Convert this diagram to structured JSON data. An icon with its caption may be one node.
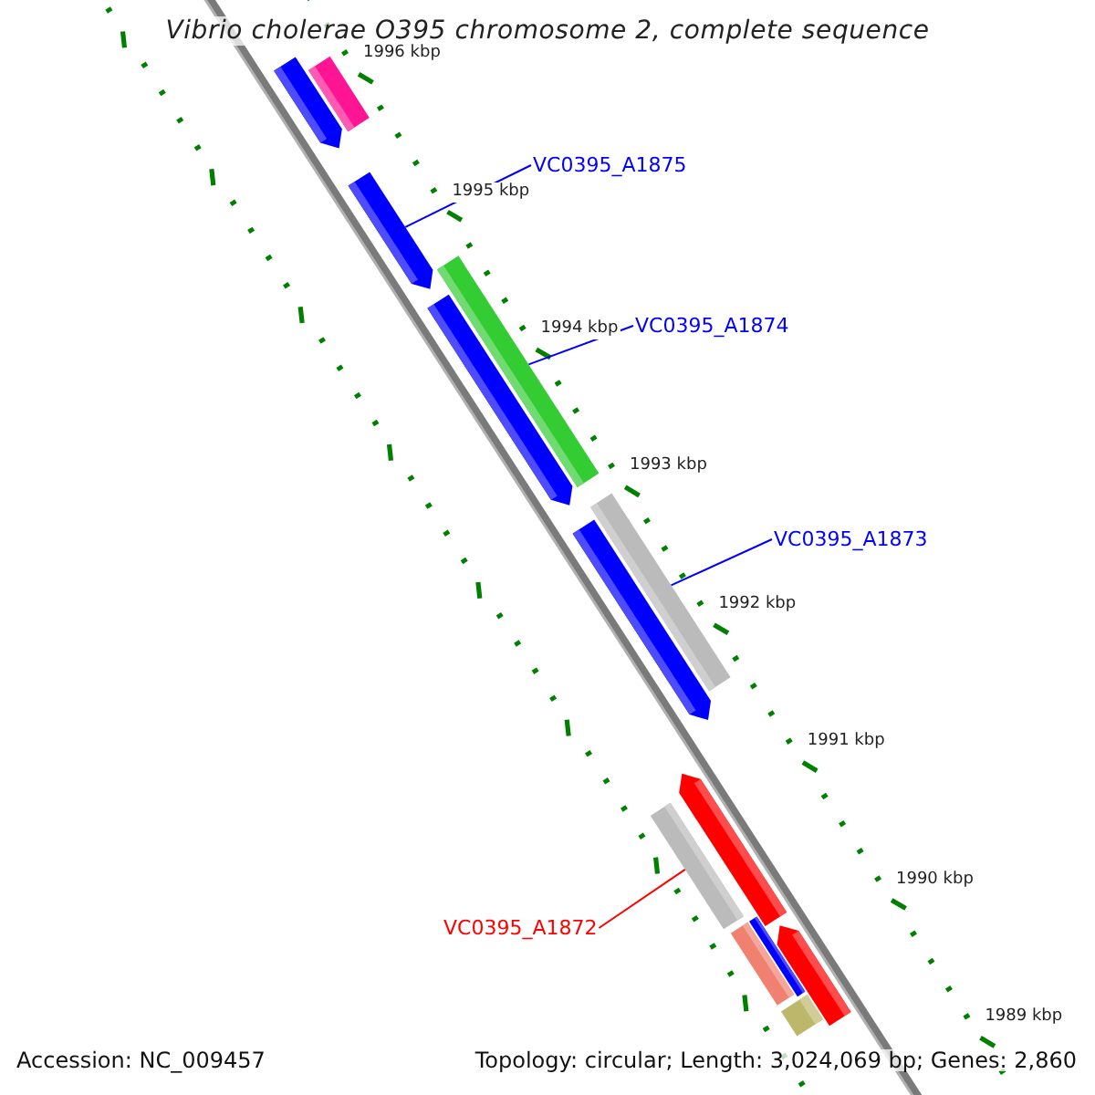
{
  "diagram": {
    "title": "Vibrio cholerae O395 chromosome 2, complete sequence",
    "nodes": [
      {
        "text": [
          "VC0395_A1875"
        ]
      },
      {
        "text": [],
        "shape": "bar"
      },
      {
        "text": [
          "VC0395_A1874"
        ]
      },
      {
        "text": [],
        "shape": "bar"
      },
      {
        "text": [
          "VC0395_A1873"
        ]
      },
      {
        "text": [],
        "shape": "bar"
      },
      {
        "text": [
          "VC0395_A1872"
        ]
      },
      {
        "text": [],
        "shape": "bar"
      },
      {
        "text": [],
        "shape": "bar"
      },
      {
        "text": [],
        "shape": "bar"
      },
      {
        "text": [],
        "shape": "bar"
      },
      {
        "text": [],
        "shape": "bar"
      },
      {
        "text": [],
        "shape": "bar"
      },
      {
        "text": [],
        "shape": "bar"
      },
      {
        "text": [],
        "shape": "bar"
      },
      {
        "text": [],
        "shape": "bar"
      },
      {
        "text": [],
        "shape": "bar"
      }
    ],
    "edges": [
      {
        "from": 0,
        "to": 1,
        "arrow": "none"
      },
      {
        "from": 2,
        "to": 3,
        "arrow": "none"
      },
      {
        "from": 4,
        "to": 5,
        "arrow": "none"
      },
      {
        "from": 6,
        "to": 7,
        "arrow": "none",
        "color": "#ff0000"
      }
    ],
    "labels": [
      "1996 kbp",
      "1995 kbp",
      "1994 kbp",
      "1993 kbp",
      "1992 kbp",
      "1991 kbp",
      "1990 kbp",
      "1989 kbp",
      "Accession: NC_009457",
      "Topology: circular; Length: 3,024,069 bp; Genes: 2,860"
    ]
  }
}
